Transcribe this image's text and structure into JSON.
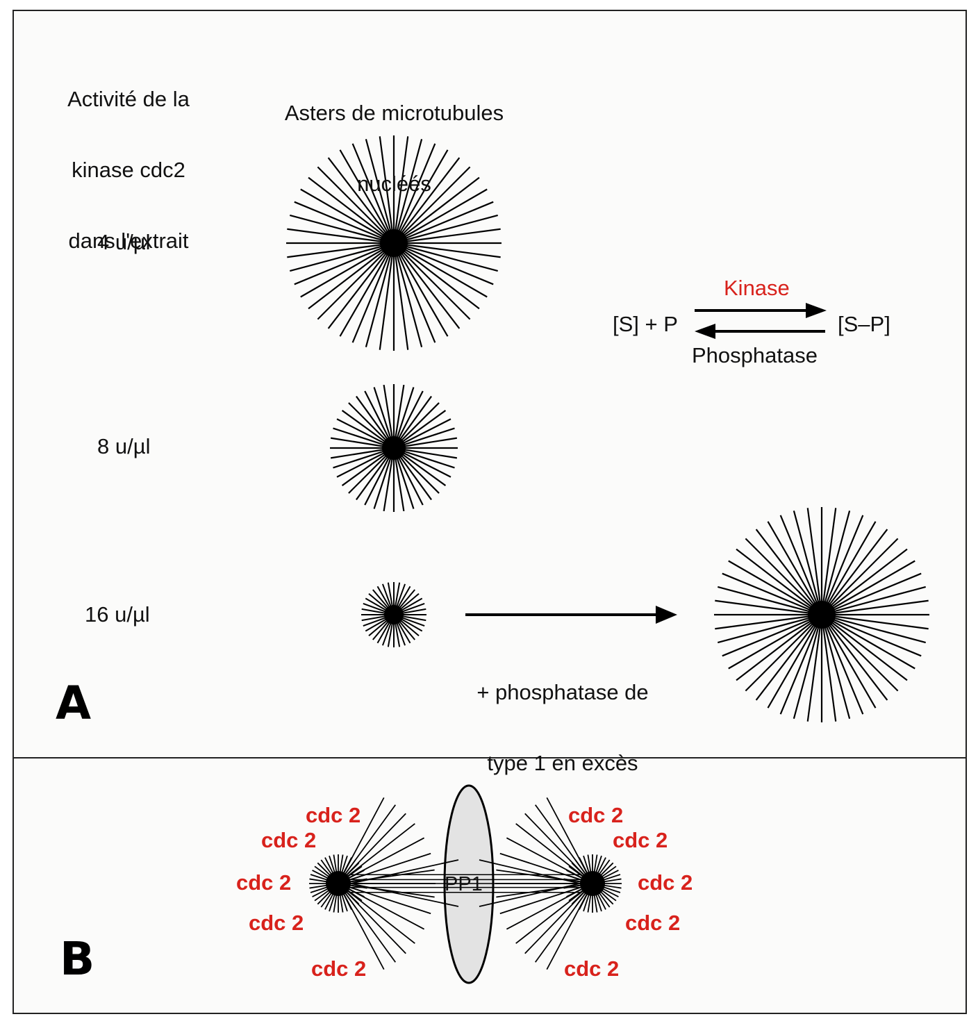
{
  "panel_a": {
    "letter": "A",
    "col1_header": [
      "Activité de la",
      "kinase cdc2",
      "dans l'extrait"
    ],
    "col2_header": [
      "Asters de microtubules",
      "nucléés"
    ],
    "concentrations": [
      "4 u/µl",
      "8 u/µl",
      "16 u/µl"
    ],
    "reaction": {
      "left": "[S] + P",
      "right": "[S–P]",
      "forward": "Kinase",
      "reverse": "Phosphatase"
    },
    "treatment": [
      "+ phosphatase de",
      "type 1 en excès"
    ]
  },
  "panel_b": {
    "letter": "B",
    "center_label": "PP1",
    "kinase_label": "cdc 2",
    "left_labels": [
      "cdc 2",
      "cdc 2",
      "cdc 2",
      "cdc 2",
      "cdc 2"
    ],
    "right_labels": [
      "cdc 2",
      "cdc 2",
      "cdc 2",
      "cdc 2",
      "cdc 2"
    ]
  },
  "colors": {
    "kinase_red": "#d8221c",
    "spindle_fill": "#e3e3e3",
    "line": "#000000"
  }
}
